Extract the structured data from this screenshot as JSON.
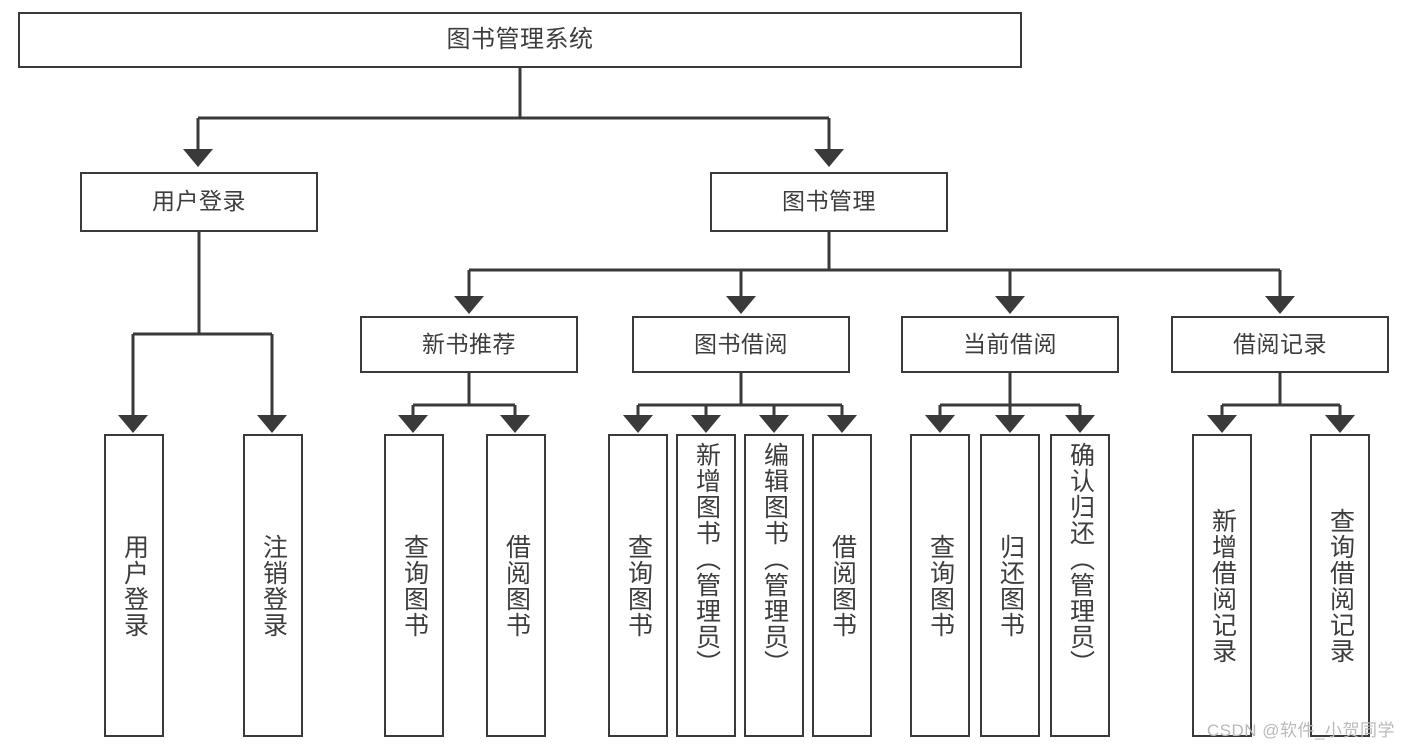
{
  "diagram": {
    "title": "图书管理系统",
    "watermark": "CSDN @软件_小贺同学",
    "colors": {
      "stroke": "#3a3a3a",
      "text": "#3d3d3d",
      "background": "#ffffff",
      "watermark": "#b9b9b9"
    },
    "root": {
      "label": "图书管理系统"
    },
    "level2": [
      {
        "label": "用户登录"
      },
      {
        "label": "图书管理"
      }
    ],
    "level3": [
      {
        "label": "新书推荐"
      },
      {
        "label": "图书借阅"
      },
      {
        "label": "当前借阅"
      },
      {
        "label": "借阅记录"
      }
    ],
    "leaves": {
      "user_login": [
        {
          "label": "用户登录"
        },
        {
          "label": "注销登录"
        }
      ],
      "new_book": [
        {
          "label": "查询图书"
        },
        {
          "label": "借阅图书"
        }
      ],
      "book_borrow": [
        {
          "label": "查询图书"
        },
        {
          "label": "新增图书（管理员）"
        },
        {
          "label": "编辑图书（管理员）"
        },
        {
          "label": "借阅图书"
        }
      ],
      "current_borrow": [
        {
          "label": "查询图书"
        },
        {
          "label": "归还图书"
        },
        {
          "label": "确认归还（管理员）"
        }
      ],
      "borrow_record": [
        {
          "label": "新增借阅记录"
        },
        {
          "label": "查询借阅记录"
        }
      ]
    }
  }
}
